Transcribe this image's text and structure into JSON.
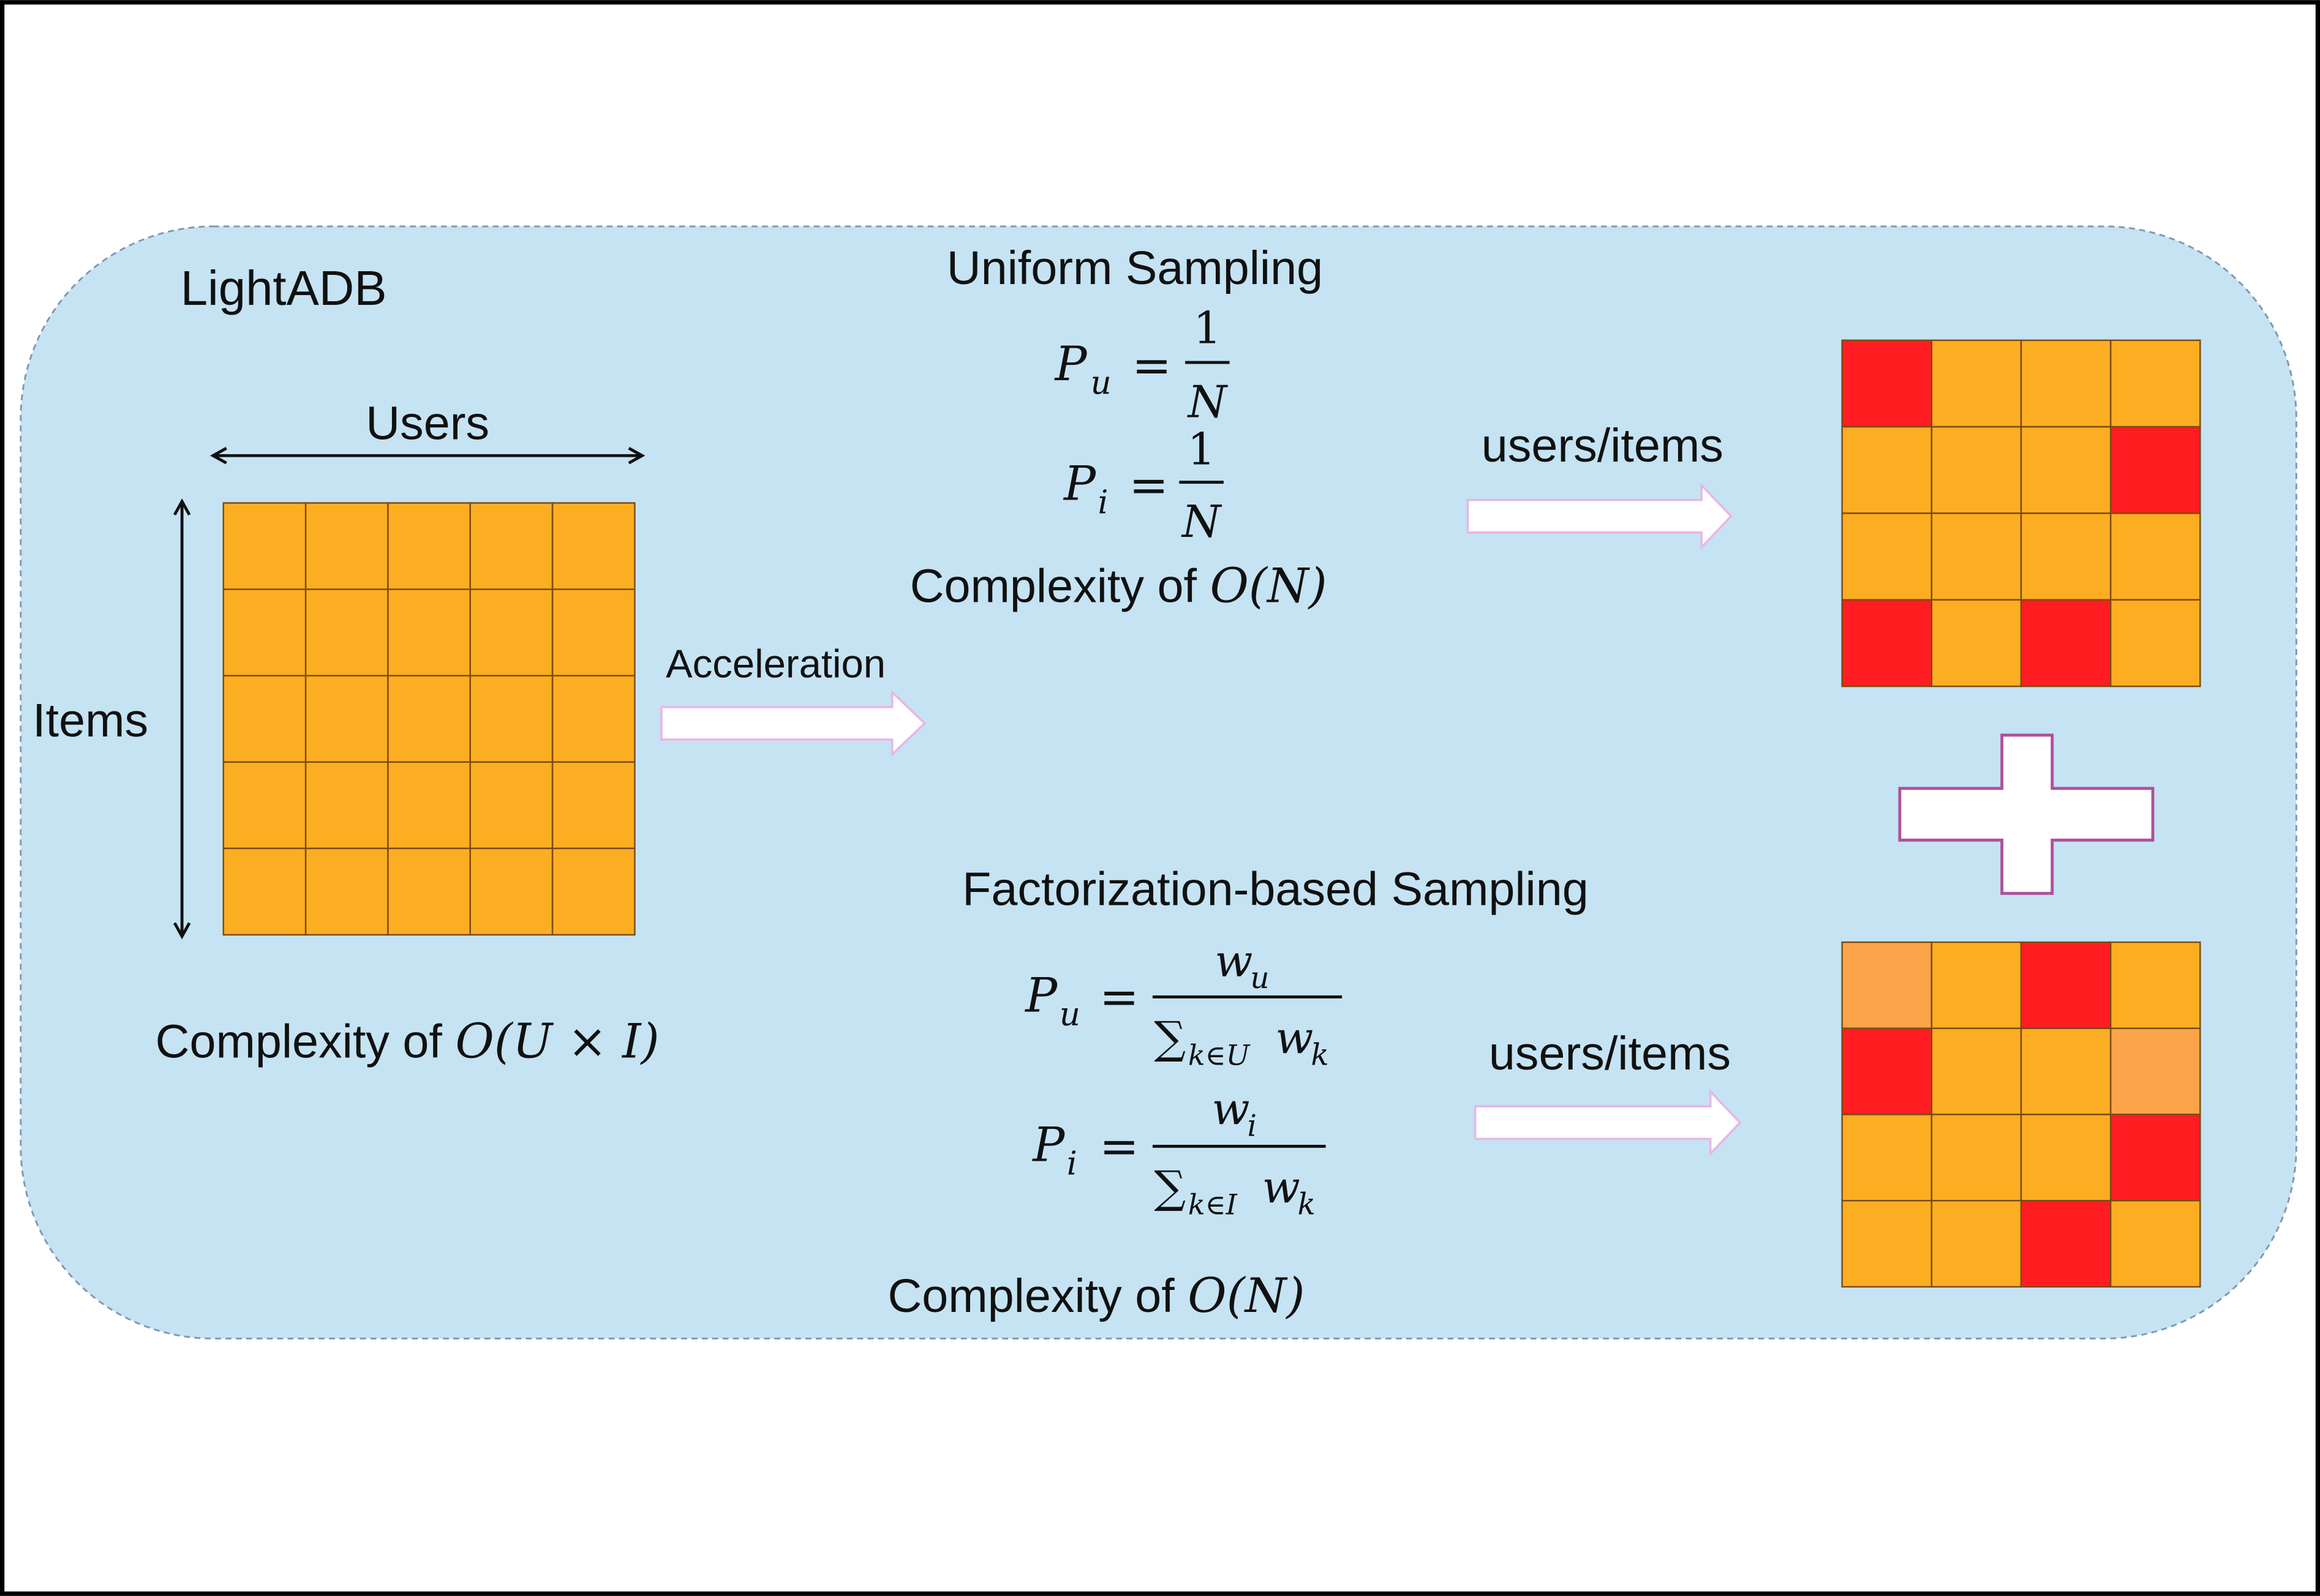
{
  "title": "LightADB",
  "colors": {
    "panel": "#c5e3f3",
    "cell": "#fcae22",
    "hot": "#ff1d22",
    "warm": "#fba449",
    "grid_line": "#7a4a10"
  },
  "left": {
    "users_label": "Users",
    "items_label": "Items",
    "complexity_prefix": "Complexity of ",
    "complexity_expr": "O(U × I)",
    "grid": [
      [
        0,
        0,
        0,
        0,
        0
      ],
      [
        0,
        0,
        0,
        0,
        0
      ],
      [
        0,
        0,
        0,
        0,
        0
      ],
      [
        0,
        0,
        0,
        0,
        0
      ],
      [
        0,
        0,
        0,
        0,
        0
      ]
    ]
  },
  "acceleration_label": "Acceleration",
  "uniform": {
    "title": "Uniform Sampling",
    "pu_lhs": "P",
    "pu_sub": "u",
    "pi_lhs": "P",
    "pi_sub": "i",
    "eq": "=",
    "numerator": "1",
    "denominator": "N",
    "complexity_prefix": "Complexity of ",
    "complexity_expr": "O(N)",
    "arrow_label": "users/items",
    "grid": [
      [
        2,
        0,
        0,
        0
      ],
      [
        0,
        0,
        0,
        2
      ],
      [
        0,
        0,
        0,
        0
      ],
      [
        2,
        0,
        2,
        0
      ]
    ]
  },
  "factorization": {
    "title": "Factorization-based Sampling",
    "pu_lhs": "P",
    "pu_sub": "u",
    "pu_num": "w",
    "pu_num_sub": "u",
    "pu_den": "∑",
    "pu_den_sub": "k∈U",
    "pu_den_w": "w",
    "pu_den_w_sub": "k",
    "pi_lhs": "P",
    "pi_sub": "i",
    "pi_num": "w",
    "pi_num_sub": "i",
    "pi_den": "∑",
    "pi_den_sub": "k∈I",
    "pi_den_w": "w",
    "pi_den_w_sub": "k",
    "eq": "=",
    "complexity_prefix": "Complexity of ",
    "complexity_expr": "O(N)",
    "arrow_label": "users/items",
    "grid": [
      [
        1,
        0,
        2,
        0
      ],
      [
        2,
        0,
        0,
        1
      ],
      [
        0,
        0,
        0,
        2
      ],
      [
        0,
        0,
        2,
        0
      ]
    ]
  }
}
